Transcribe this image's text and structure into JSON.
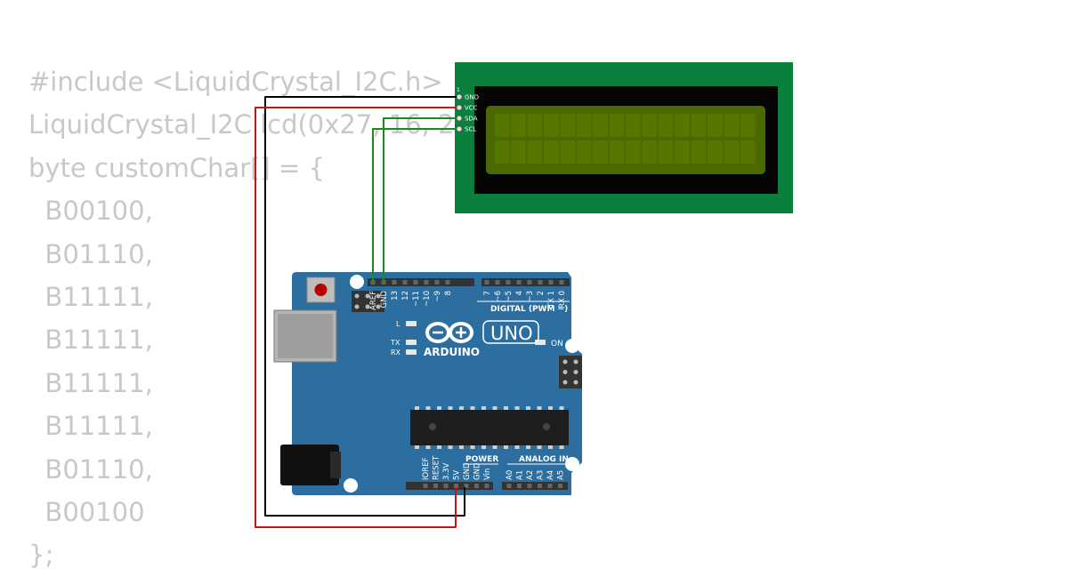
{
  "code_lines": [
    "#include <LiquidCrystal_I2C.h>",
    "LiquidCrystal_I2C lcd(0x27, 16, 2);",
    "byte customChar[] = {",
    "  B00100,",
    "  B01110,",
    "  B11111,",
    "  B11111,",
    "  B11111,",
    "  B11111,",
    "  B01110,",
    "  B00100",
    "};"
  ],
  "lcd": {
    "pin_number": "1",
    "pins": [
      "GND",
      "VCC",
      "SDA",
      "SCL"
    ]
  },
  "arduino": {
    "brand": "ARDUINO",
    "model": "UNO",
    "digital_header_pins": [
      "AREF",
      "GND",
      "13",
      "12",
      "~11",
      "~10",
      "~9",
      "8",
      "7",
      "~6",
      "~5",
      "4",
      "~3",
      "2",
      "TX 1",
      "RX 0"
    ],
    "digital_label": "DIGITAL (PWM ~)",
    "power_pins": [
      "IOREF",
      "RESET",
      "3.3V",
      "5V",
      "GND",
      "GND",
      "Vin"
    ],
    "power_label": "POWER",
    "analog_pins": [
      "A0",
      "A1",
      "A2",
      "A3",
      "A4",
      "A5"
    ],
    "analog_label": "ANALOG IN",
    "led_labels": {
      "l": "L",
      "tx": "TX",
      "rx": "RX",
      "on": "ON"
    }
  },
  "colors": {
    "pcb_green": "#0a7f3e",
    "lcd_screen": "#4a6a00",
    "board_blue": "#2c6e9f",
    "wire_black": "#000000",
    "wire_red": "#cc1111",
    "wire_green": "#1a8a1a"
  }
}
